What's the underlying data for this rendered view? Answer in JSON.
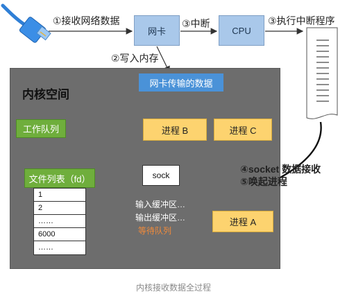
{
  "receive_label": "①接收网络数据",
  "nic_label": "网卡",
  "interrupt_label": "③中断",
  "cpu_label": "CPU",
  "exec_isr_label": "③执行中断程序",
  "write_mem_label": "②写入内存",
  "kernel_space_label": "内核空间",
  "nic_data_label": "网卡传输的数据",
  "work_queue_label": "工作队列",
  "process_b_label": "进程 B",
  "process_c_label": "进程 C",
  "file_list_label": "文件列表（fd）",
  "fd_items": [
    "1",
    "2",
    "……",
    "6000",
    "……"
  ],
  "sock_label": "sock",
  "input_buffer_label": "输入缓冲区…",
  "output_buffer_label": "输出缓冲区…",
  "wait_queue_label": "等待队列",
  "process_a_label": "进程 A",
  "socket_receive_label": "④socket 数据接收",
  "wake_label": "⑤唤起进程",
  "caption": "内核接收数据全过程",
  "colors": {
    "kernel_bg": "#6d6d6d",
    "box_blue": "#a9c8ea",
    "nic_data_blue": "#4a92d8",
    "green": "#6fae3c",
    "orange": "#fdd36f",
    "cylinder_blue": "#1f5fbf",
    "wait_queue_text": "#f08a3a"
  }
}
